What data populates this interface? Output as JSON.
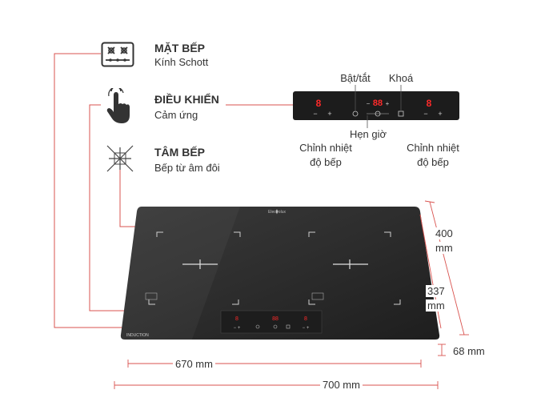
{
  "features": [
    {
      "title": "MẶT BẾP",
      "subtitle": "Kính Schott",
      "icon": "cooktop-burners-icon"
    },
    {
      "title": "ĐIỀU KHIỂN",
      "subtitle": "Cảm ứng",
      "icon": "touch-hand-icon"
    },
    {
      "title": "TÂM BẾP",
      "subtitle": "Bếp từ âm đôi",
      "icon": "induction-star-icon"
    }
  ],
  "control_panel": {
    "left_zone_digit": "8",
    "right_zone_digit": "8",
    "timer_digits": "88",
    "minus": "−",
    "plus": "+",
    "power_label": "Bật/tắt",
    "lock_label": "Khoá",
    "timer_label": "Hẹn giờ",
    "heat_left_line1": "Chỉnh nhiệt",
    "heat_left_line2": "độ bếp",
    "heat_right_line1": "Chỉnh nhiệt",
    "heat_right_line2": "độ bếp"
  },
  "cooktop": {
    "brand": "Electrolux",
    "model_tag": "INDUCTION"
  },
  "dimensions": {
    "depth_outer_1": "400",
    "depth_outer_2": "mm",
    "depth_inner_1": "337",
    "depth_inner_2": "mm",
    "height": "68 mm",
    "width_inner": "670 mm",
    "width_outer": "700 mm"
  },
  "colors": {
    "leader_line": "#d9534f",
    "glass": "#2b2b2b",
    "display_red": "#ff2a2a"
  }
}
